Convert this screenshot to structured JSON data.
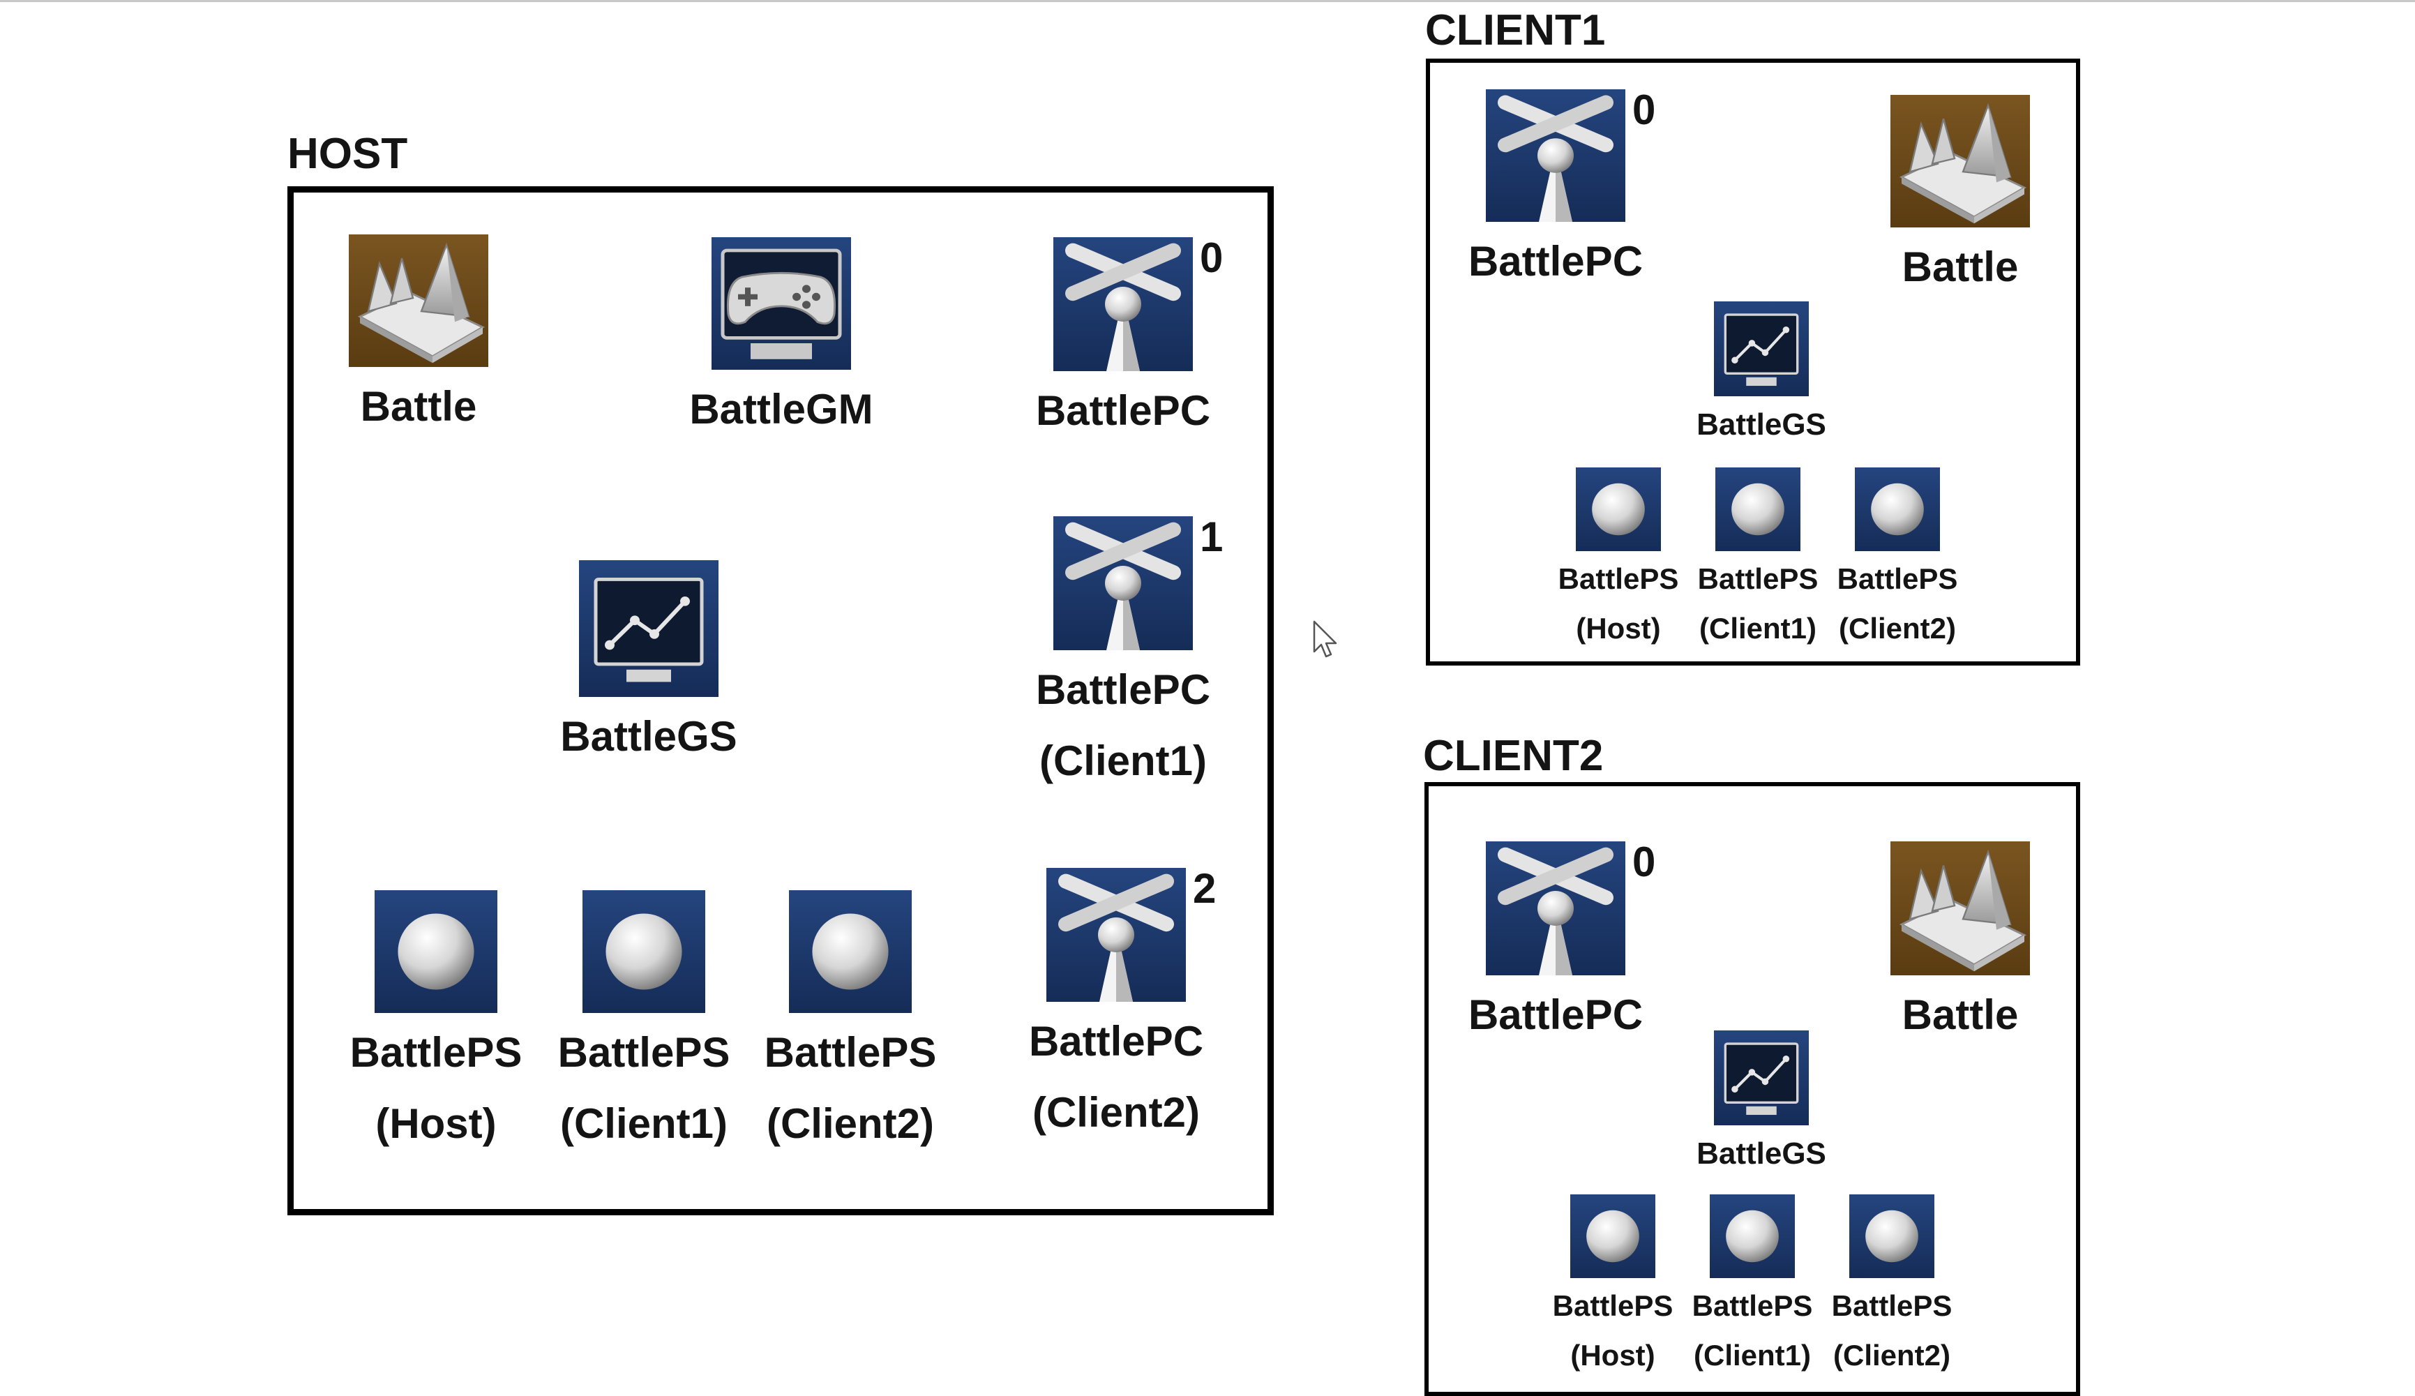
{
  "diagram": {
    "host": {
      "title": "HOST",
      "items": [
        {
          "icon": "level-icon",
          "name": "Battle"
        },
        {
          "icon": "gamepad-icon",
          "name": "BattleGM"
        },
        {
          "icon": "pawn-icon",
          "name": "BattlePC",
          "index": "0"
        },
        {
          "icon": "graph-icon",
          "name": "BattleGS"
        },
        {
          "icon": "pawn-icon",
          "name": "BattlePC",
          "sub": "(Client1)",
          "index": "1"
        },
        {
          "icon": "sphere-icon",
          "name": "BattlePS",
          "sub": "(Host)"
        },
        {
          "icon": "sphere-icon",
          "name": "BattlePS",
          "sub": "(Client1)"
        },
        {
          "icon": "sphere-icon",
          "name": "BattlePS",
          "sub": "(Client2)"
        },
        {
          "icon": "pawn-icon",
          "name": "BattlePC",
          "sub": "(Client2)",
          "index": "2"
        }
      ]
    },
    "client1": {
      "title": "CLIENT1",
      "items": [
        {
          "icon": "pawn-icon",
          "name": "BattlePC",
          "index": "0"
        },
        {
          "icon": "level-icon",
          "name": "Battle"
        },
        {
          "icon": "graph-icon",
          "name": "BattleGS"
        },
        {
          "icon": "sphere-icon",
          "name": "BattlePS",
          "sub": "(Host)"
        },
        {
          "icon": "sphere-icon",
          "name": "BattlePS",
          "sub": "(Client1)"
        },
        {
          "icon": "sphere-icon",
          "name": "BattlePS",
          "sub": "(Client2)"
        }
      ]
    },
    "client2": {
      "title": "CLIENT2",
      "items": [
        {
          "icon": "pawn-icon",
          "name": "BattlePC",
          "index": "0"
        },
        {
          "icon": "level-icon",
          "name": "Battle"
        },
        {
          "icon": "graph-icon",
          "name": "BattleGS"
        },
        {
          "icon": "sphere-icon",
          "name": "BattlePS",
          "sub": "(Host)"
        },
        {
          "icon": "sphere-icon",
          "name": "BattlePS",
          "sub": "(Client1)"
        },
        {
          "icon": "sphere-icon",
          "name": "BattlePS",
          "sub": "(Client2)"
        }
      ]
    }
  },
  "colors": {
    "icon_bg_blue": "#1e3a6e",
    "icon_bg_brown": "#6b4a1a",
    "border": "#000000",
    "text": "#141414"
  }
}
